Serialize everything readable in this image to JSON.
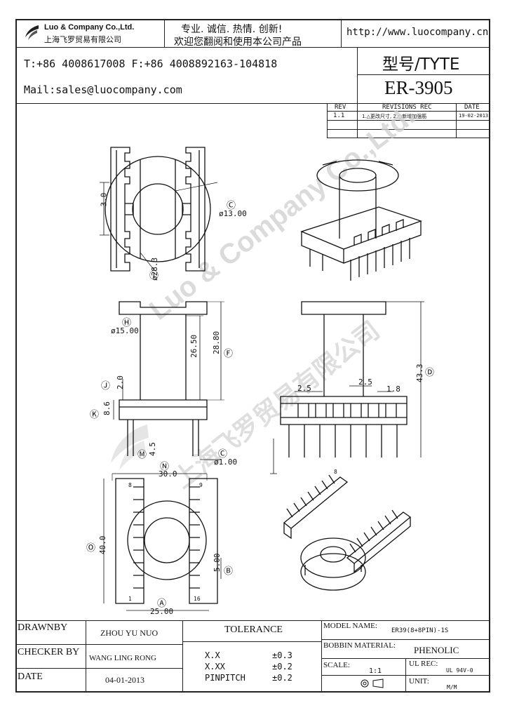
{
  "header": {
    "company_en": "Luo & Company Co.,Ltd.",
    "company_cn": "上海飞罗贸易有限公司",
    "slogan": "专业. 诚信.  热情.  创新!",
    "welcome": "欢迎您翻阅和使用本公司产品",
    "url": "http://www.luocompany.cn",
    "phone": "T:+86 4008617008 F:+86 4008892163-104818",
    "mail": "Mail:sales@luocompany.com",
    "type_label": "型号/TYTE",
    "model": "ER-3905"
  },
  "revision": {
    "col_rev": "REV",
    "col_rec": "REVISIONS REC",
    "col_date": "DATE",
    "rev": "1.1",
    "rec": "1.△更改尺寸, 2.○新增加强筋",
    "date": "19-02-2013"
  },
  "dims": {
    "top_3": "3.0",
    "top_c": "Ⓒ",
    "top_13": "ø13.00",
    "top_i": "Ⓘ",
    "top_28": "ø28.3",
    "side_h": "Ⓗ",
    "side_15": "ø15.00",
    "side_2650": "26.50",
    "side_2880": "28.80",
    "side_f": "Ⓕ",
    "side_j": "Ⓙ",
    "side_20": "2.0",
    "side_k": "Ⓚ",
    "side_86": "8.6",
    "side_m": "Ⓜ",
    "side_45": "4.5",
    "side_c2": "Ⓒ",
    "side_100": "ø1.00",
    "front_25a": "2.5",
    "front_25b": "2.5",
    "front_18": "1.8",
    "front_433": "43.3",
    "front_d": "Ⓓ",
    "bot_n": "Ⓝ",
    "bot_30": "30.0",
    "bot_o": "Ⓞ",
    "bot_40": "40.0",
    "bot_500": "5.00",
    "bot_b": "Ⓑ",
    "bot_a": "Ⓐ",
    "bot_25": "25.00",
    "pin_8": "8",
    "pin_9": "9",
    "pin_1": "1",
    "pin_16": "16",
    "iso_pin_8": "8"
  },
  "watermark": {
    "line1": "Luo & Company Co.,Ltd.",
    "line2": "上海飞罗贸易有限公司"
  },
  "footer": {
    "drawnby_label": "DRAWNBY",
    "drawnby": "ZHOU YU NUO",
    "checker_label": "CHECKER BY",
    "checker": "WANG LING RONG",
    "date_label": "DATE",
    "date": "04-01-2013",
    "tolerance_label": "TOLERANCE",
    "tol_xx": "X.X",
    "tol_xx_val": "±0.3",
    "tol_xxx": "X.XX",
    "tol_xxx_val": "±0.2",
    "tol_pin": "PINPITCH",
    "tol_pin_val": "±0.2",
    "model_label": "MODEL NAME:",
    "model": "ER39(8+8PIN)-1S",
    "material_label": "BOBBIN MATERIAL:",
    "material": "PHENOLIC",
    "scale_label": "SCALE:",
    "scale": "1:1",
    "ul_label": "UL REC:",
    "ul": "UL 94V-0",
    "unit_label": "UNIT:",
    "unit": "M/M"
  }
}
